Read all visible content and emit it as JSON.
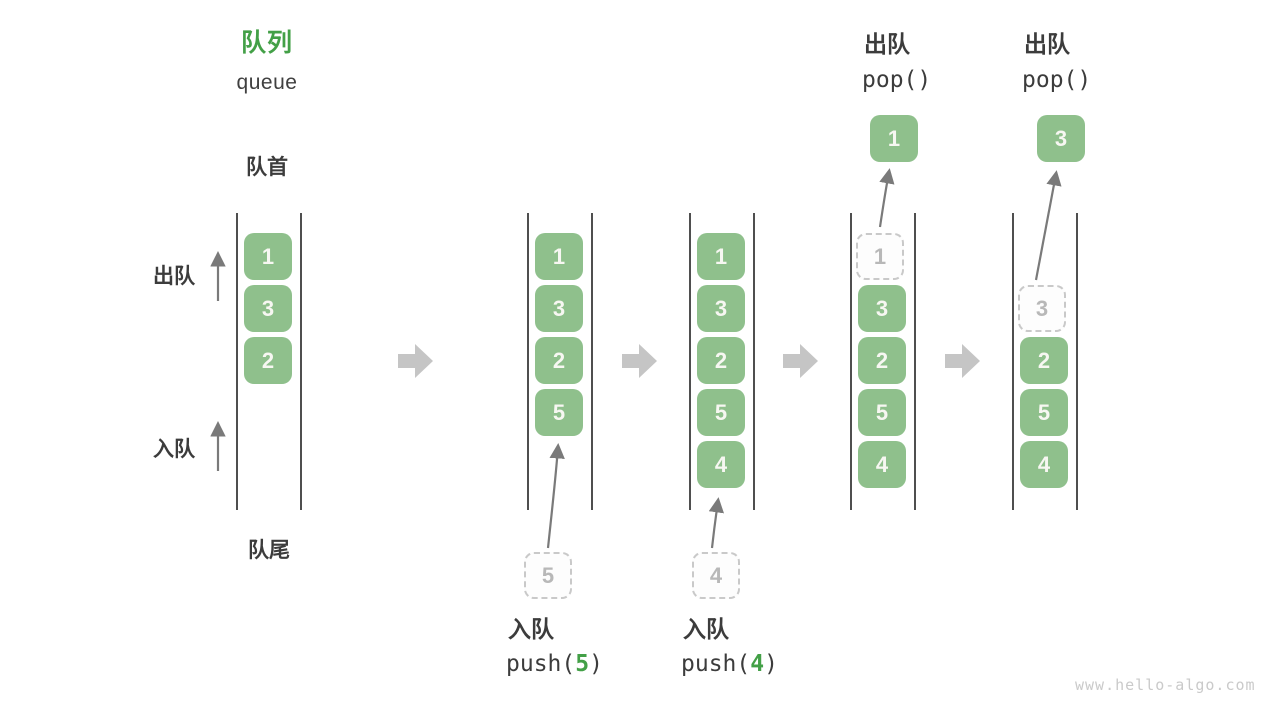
{
  "header": {
    "title": "队列",
    "subtitle": "queue"
  },
  "labels": {
    "front": "队首",
    "rear": "队尾",
    "dequeue_side": "出队",
    "enqueue_side": "入队"
  },
  "colors": {
    "box_green": "#8FC08C",
    "accent_green": "#43A047",
    "block_arrow_gray": "#C5C5C5",
    "dashed_gray": "#C9C9C9",
    "text_dark": "#3C3C3C"
  },
  "queue_states": [
    {
      "name": "initial",
      "cells": [
        {
          "slot": 0,
          "value": "1",
          "style": "filled"
        },
        {
          "slot": 1,
          "value": "3",
          "style": "filled"
        },
        {
          "slot": 2,
          "value": "2",
          "style": "filled"
        }
      ]
    },
    {
      "name": "after-push-5",
      "cells": [
        {
          "slot": 0,
          "value": "1",
          "style": "filled"
        },
        {
          "slot": 1,
          "value": "3",
          "style": "filled"
        },
        {
          "slot": 2,
          "value": "2",
          "style": "filled"
        },
        {
          "slot": 3,
          "value": "5",
          "style": "filled"
        }
      ]
    },
    {
      "name": "after-push-4",
      "cells": [
        {
          "slot": 0,
          "value": "1",
          "style": "filled"
        },
        {
          "slot": 1,
          "value": "3",
          "style": "filled"
        },
        {
          "slot": 2,
          "value": "2",
          "style": "filled"
        },
        {
          "slot": 3,
          "value": "5",
          "style": "filled"
        },
        {
          "slot": 4,
          "value": "4",
          "style": "filled"
        }
      ]
    },
    {
      "name": "after-pop-1",
      "cells": [
        {
          "slot": 0,
          "value": "1",
          "style": "dashed"
        },
        {
          "slot": 1,
          "value": "3",
          "style": "filled"
        },
        {
          "slot": 2,
          "value": "2",
          "style": "filled"
        },
        {
          "slot": 3,
          "value": "5",
          "style": "filled"
        },
        {
          "slot": 4,
          "value": "4",
          "style": "filled"
        }
      ]
    },
    {
      "name": "after-pop-3",
      "cells": [
        {
          "slot": 1,
          "value": "3",
          "style": "dashed"
        },
        {
          "slot": 2,
          "value": "2",
          "style": "filled"
        },
        {
          "slot": 3,
          "value": "5",
          "style": "filled"
        },
        {
          "slot": 4,
          "value": "4",
          "style": "filled"
        }
      ]
    }
  ],
  "operations": {
    "push5": {
      "action": "入队",
      "call_prefix": "push(",
      "arg": "5",
      "call_suffix": ")",
      "staged_value": "5"
    },
    "push4": {
      "action": "入队",
      "call_prefix": "push(",
      "arg": "4",
      "call_suffix": ")",
      "staged_value": "4"
    },
    "pop1": {
      "action": "出队",
      "call": "pop()",
      "popped_value": "1"
    },
    "pop3": {
      "action": "出队",
      "call": "pop()",
      "popped_value": "3"
    }
  },
  "icons": {
    "step_arrow": "right-block-arrow",
    "direction_arrow": "thin-up-arrow"
  },
  "page": {
    "watermark": "www.hello-algo.com"
  }
}
